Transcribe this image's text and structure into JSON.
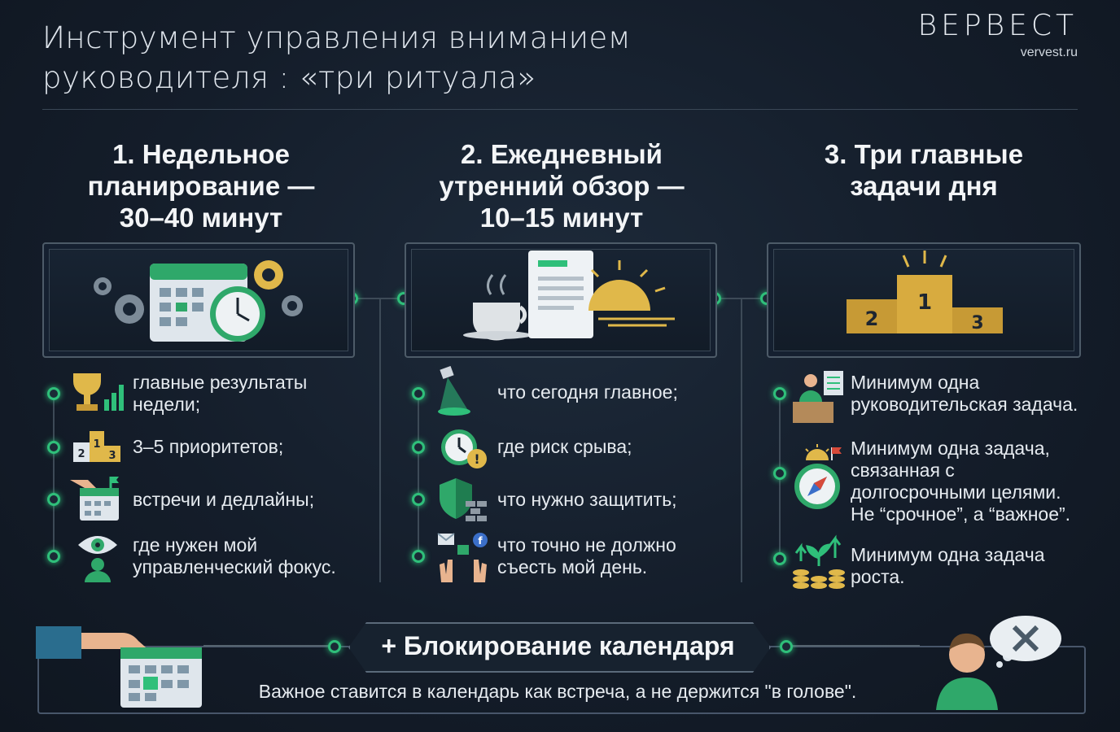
{
  "header": {
    "title_line1": "Инструмент управления вниманием",
    "title_line2": "руководителя : «три ритуала»",
    "brand_name": "ВЕРВЕСТ",
    "brand_url": "vervest.ru"
  },
  "columns": [
    {
      "title_lines": [
        "1. Недельное",
        "планирование —",
        "30–40 минут"
      ],
      "panel_icon": "calendar-clock-gears-icon",
      "items": [
        {
          "icon": "trophy-chart-icon",
          "text": [
            "главные результаты",
            "недели;"
          ]
        },
        {
          "icon": "podium-123-icon",
          "text": [
            "3–5 приоритетов;"
          ]
        },
        {
          "icon": "calendar-hand-icon",
          "text": [
            "встречи и дедлайны;"
          ]
        },
        {
          "icon": "eye-person-icon",
          "text": [
            "где нужен мой",
            "управленческий фокус."
          ]
        }
      ]
    },
    {
      "title_lines": [
        "2. Ежедневный",
        "утренний обзор —",
        "10–15 минут"
      ],
      "panel_icon": "coffee-document-sunrise-icon",
      "items": [
        {
          "icon": "spotlight-icon",
          "text": [
            "что сегодня главное;"
          ]
        },
        {
          "icon": "alarm-clock-warning-icon",
          "text": [
            "где риск срыва;"
          ]
        },
        {
          "icon": "shield-wall-icon",
          "text": [
            "что нужно защитить;"
          ]
        },
        {
          "icon": "hands-messages-icon",
          "text": [
            "что точно не должно",
            "съесть мой день."
          ]
        }
      ]
    },
    {
      "title_lines": [
        "3. Три главные",
        "задачи дня"
      ],
      "panel_icon": "podium-123-icon",
      "items": [
        {
          "icon": "manager-desk-icon",
          "text": [
            "Минимум одна",
            "руководительская задача."
          ]
        },
        {
          "icon": "compass-sun-icon",
          "text": [
            "Минимум одна задача,",
            "связанная с",
            "долгосрочными целями.",
            "Не “срочное”, а “важное”."
          ]
        },
        {
          "icon": "growth-coins-icon",
          "text": [
            "Минимум одна задача",
            "роста."
          ]
        }
      ]
    }
  ],
  "banner": {
    "title": "+ Блокирование календаря",
    "text": "Важное ставится в календарь как встреча, а не держится \"в голове\"."
  },
  "colors": {
    "accent_green": "#2fbf7a",
    "gold": "#e0b84a",
    "background": "#141d2a"
  }
}
